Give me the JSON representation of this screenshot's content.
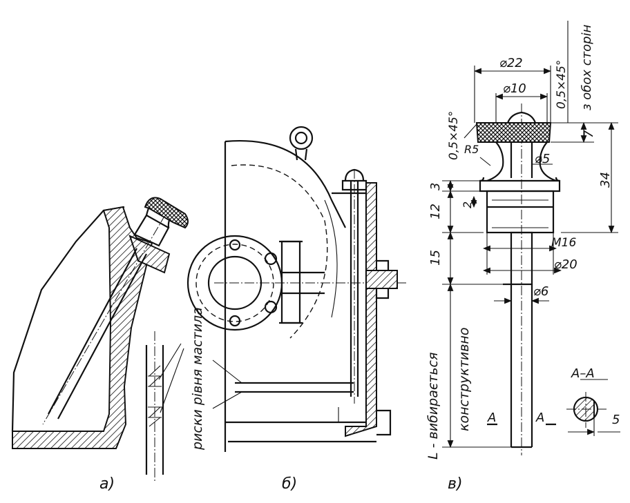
{
  "captions": {
    "a": "а)",
    "b": "б)",
    "c": "в)"
  },
  "labels": {
    "oil_marks": "риски рівня мастила",
    "length_line1": "L - вибирається",
    "length_line2": "конструктивно",
    "both_sides": "з обох сторін",
    "section_mark": "A",
    "section_title": "A–A"
  },
  "dimensions": {
    "d22": "⌀22",
    "d10": "⌀10",
    "chamfer": "0,5×45°",
    "r5": "R5",
    "d5": "⌀5",
    "m16": "M16",
    "d20": "⌀20",
    "d6": "⌀6",
    "h7": "7",
    "h34": "34",
    "h3": "3",
    "h12": "12",
    "h2": "2",
    "h15": "15",
    "w5": "5"
  }
}
